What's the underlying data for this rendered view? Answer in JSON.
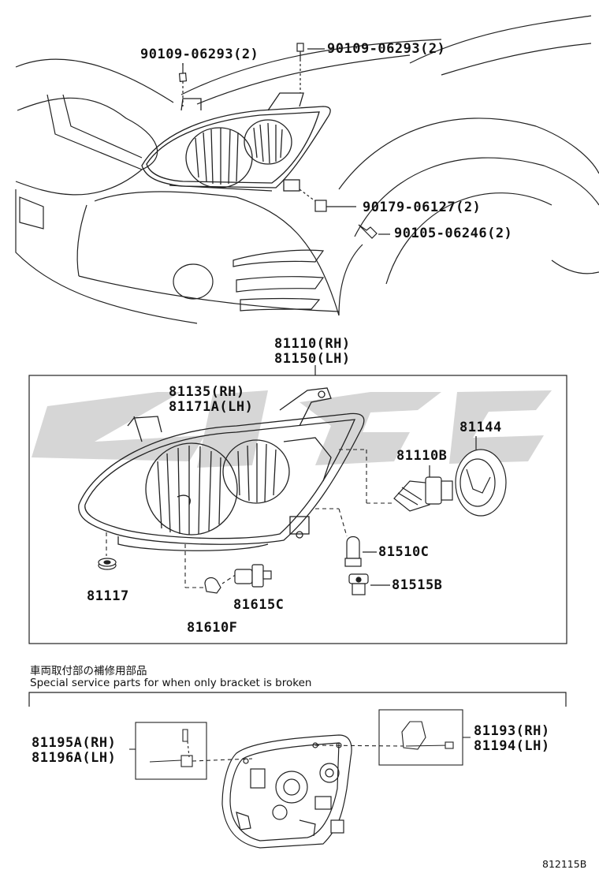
{
  "labels": {
    "bolt_left": "90109-06293(2)",
    "bolt_right": "90109-06293(2)",
    "clip": "90179-06127(2)",
    "screw": "90105-06246(2)",
    "unit_rh": "81110(RH)",
    "unit_lh": "81150(LH)",
    "lens_rh": "81135(RH)",
    "lens_lh": "81171A(LH)",
    "cover": "81144",
    "bulb_main": "81110B",
    "bulb_510": "81510C",
    "socket_515": "81515B",
    "grommet": "81117",
    "socket_615": "81615C",
    "bulb_610": "81610F",
    "bracket_rh_a": "81195A(RH)",
    "bracket_lh_a": "81196A(LH)",
    "bracket_rh_b": "81193(RH)",
    "bracket_lh_b": "81194(LH)"
  },
  "notes": {
    "japanese": "車両取付部の補修用部品",
    "english": "Special service parts for when only bracket is broken"
  },
  "footer": {
    "figure_id": "812115B"
  }
}
